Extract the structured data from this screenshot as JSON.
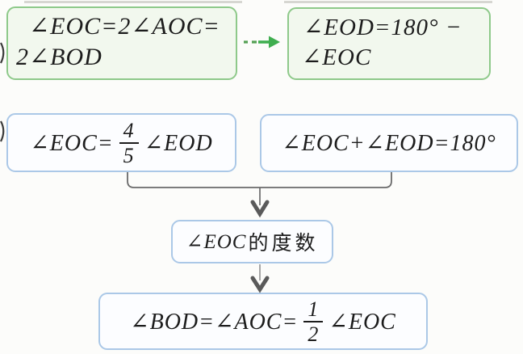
{
  "diagram": {
    "type": "math-flowchart",
    "colors": {
      "green_box_border": "#8ec98a",
      "green_box_fill": "#f2f8ee",
      "green_arrow": "#3fae4f",
      "blue_box_border": "#abc8e7",
      "blue_box_fill": "#fcfdff",
      "connector_gray": "#5a5a5a",
      "text": "#1c1c1c"
    },
    "boxes": {
      "given_relation": {
        "line1": "∠EOC=2∠AOC=",
        "line2": "2∠BOD"
      },
      "supplement_relation": {
        "line1": "∠EOD=180° −",
        "line2": "∠EOC"
      },
      "ratio_relation": {
        "prefix": "∠EOC=",
        "fraction": {
          "numerator": "4",
          "denominator": "5"
        },
        "suffix": "∠EOD"
      },
      "sum_relation": {
        "text": "∠EOC+∠EOD=180°"
      },
      "target": {
        "angle": "∠EOC",
        "label_cjk": "的度数"
      },
      "conclusion": {
        "prefix": "∠BOD=∠AOC=",
        "fraction": {
          "numerator": "1",
          "denominator": "2"
        },
        "suffix": "∠EOC"
      }
    }
  }
}
